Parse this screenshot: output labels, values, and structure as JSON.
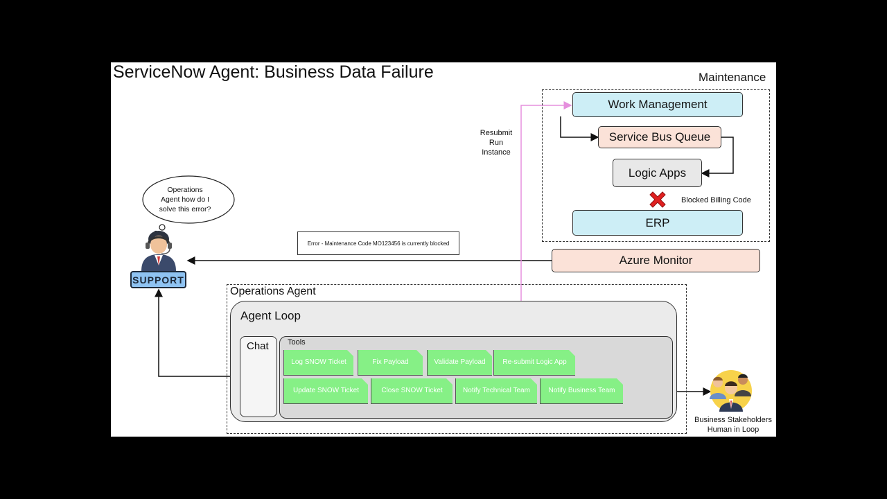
{
  "title": "ServiceNow Agent: Business Data Failure",
  "maintenance": {
    "label": "Maintenance",
    "work_management": "Work Management",
    "service_bus_queue": "Service Bus Queue",
    "logic_apps": "Logic Apps",
    "blocked_label": "Blocked Billing Code",
    "erp": "ERP"
  },
  "azure_monitor": "Azure Monitor",
  "resubmit_label": [
    "Resubmit",
    "Run",
    "Instance"
  ],
  "error_message": "Error - Maintenance Code MO123456 is currently blocked",
  "thought_bubble": [
    "Operations",
    "Agent how do I",
    "solve this error?"
  ],
  "support_badge": "SUPPORT",
  "operations_agent": {
    "label": "Operations Agent",
    "agent_loop": "Agent Loop",
    "chat": "Chat",
    "tools_label": "Tools",
    "tools_row1": [
      "Log SNOW Ticket",
      "Fix Payload",
      "Validate Payload",
      "Re-submit Logic App"
    ],
    "tools_row2": [
      "Update SNOW Ticket",
      "Close SNOW Ticket",
      "Notify Technical Team",
      "Notify Business Team"
    ]
  },
  "stakeholders": [
    "Business Stakeholders",
    "Human in Loop"
  ],
  "colors": {
    "blue_box": "#cdeef6",
    "salmon_box": "#fbe2d8",
    "tool_green": "#86f086",
    "resubmit_line": "#e58fdd",
    "blocked_x": "#e02020"
  },
  "icons": [
    "support-agent-icon",
    "blocked-x-icon",
    "stakeholders-icon",
    "thought-bubble-icon"
  ]
}
